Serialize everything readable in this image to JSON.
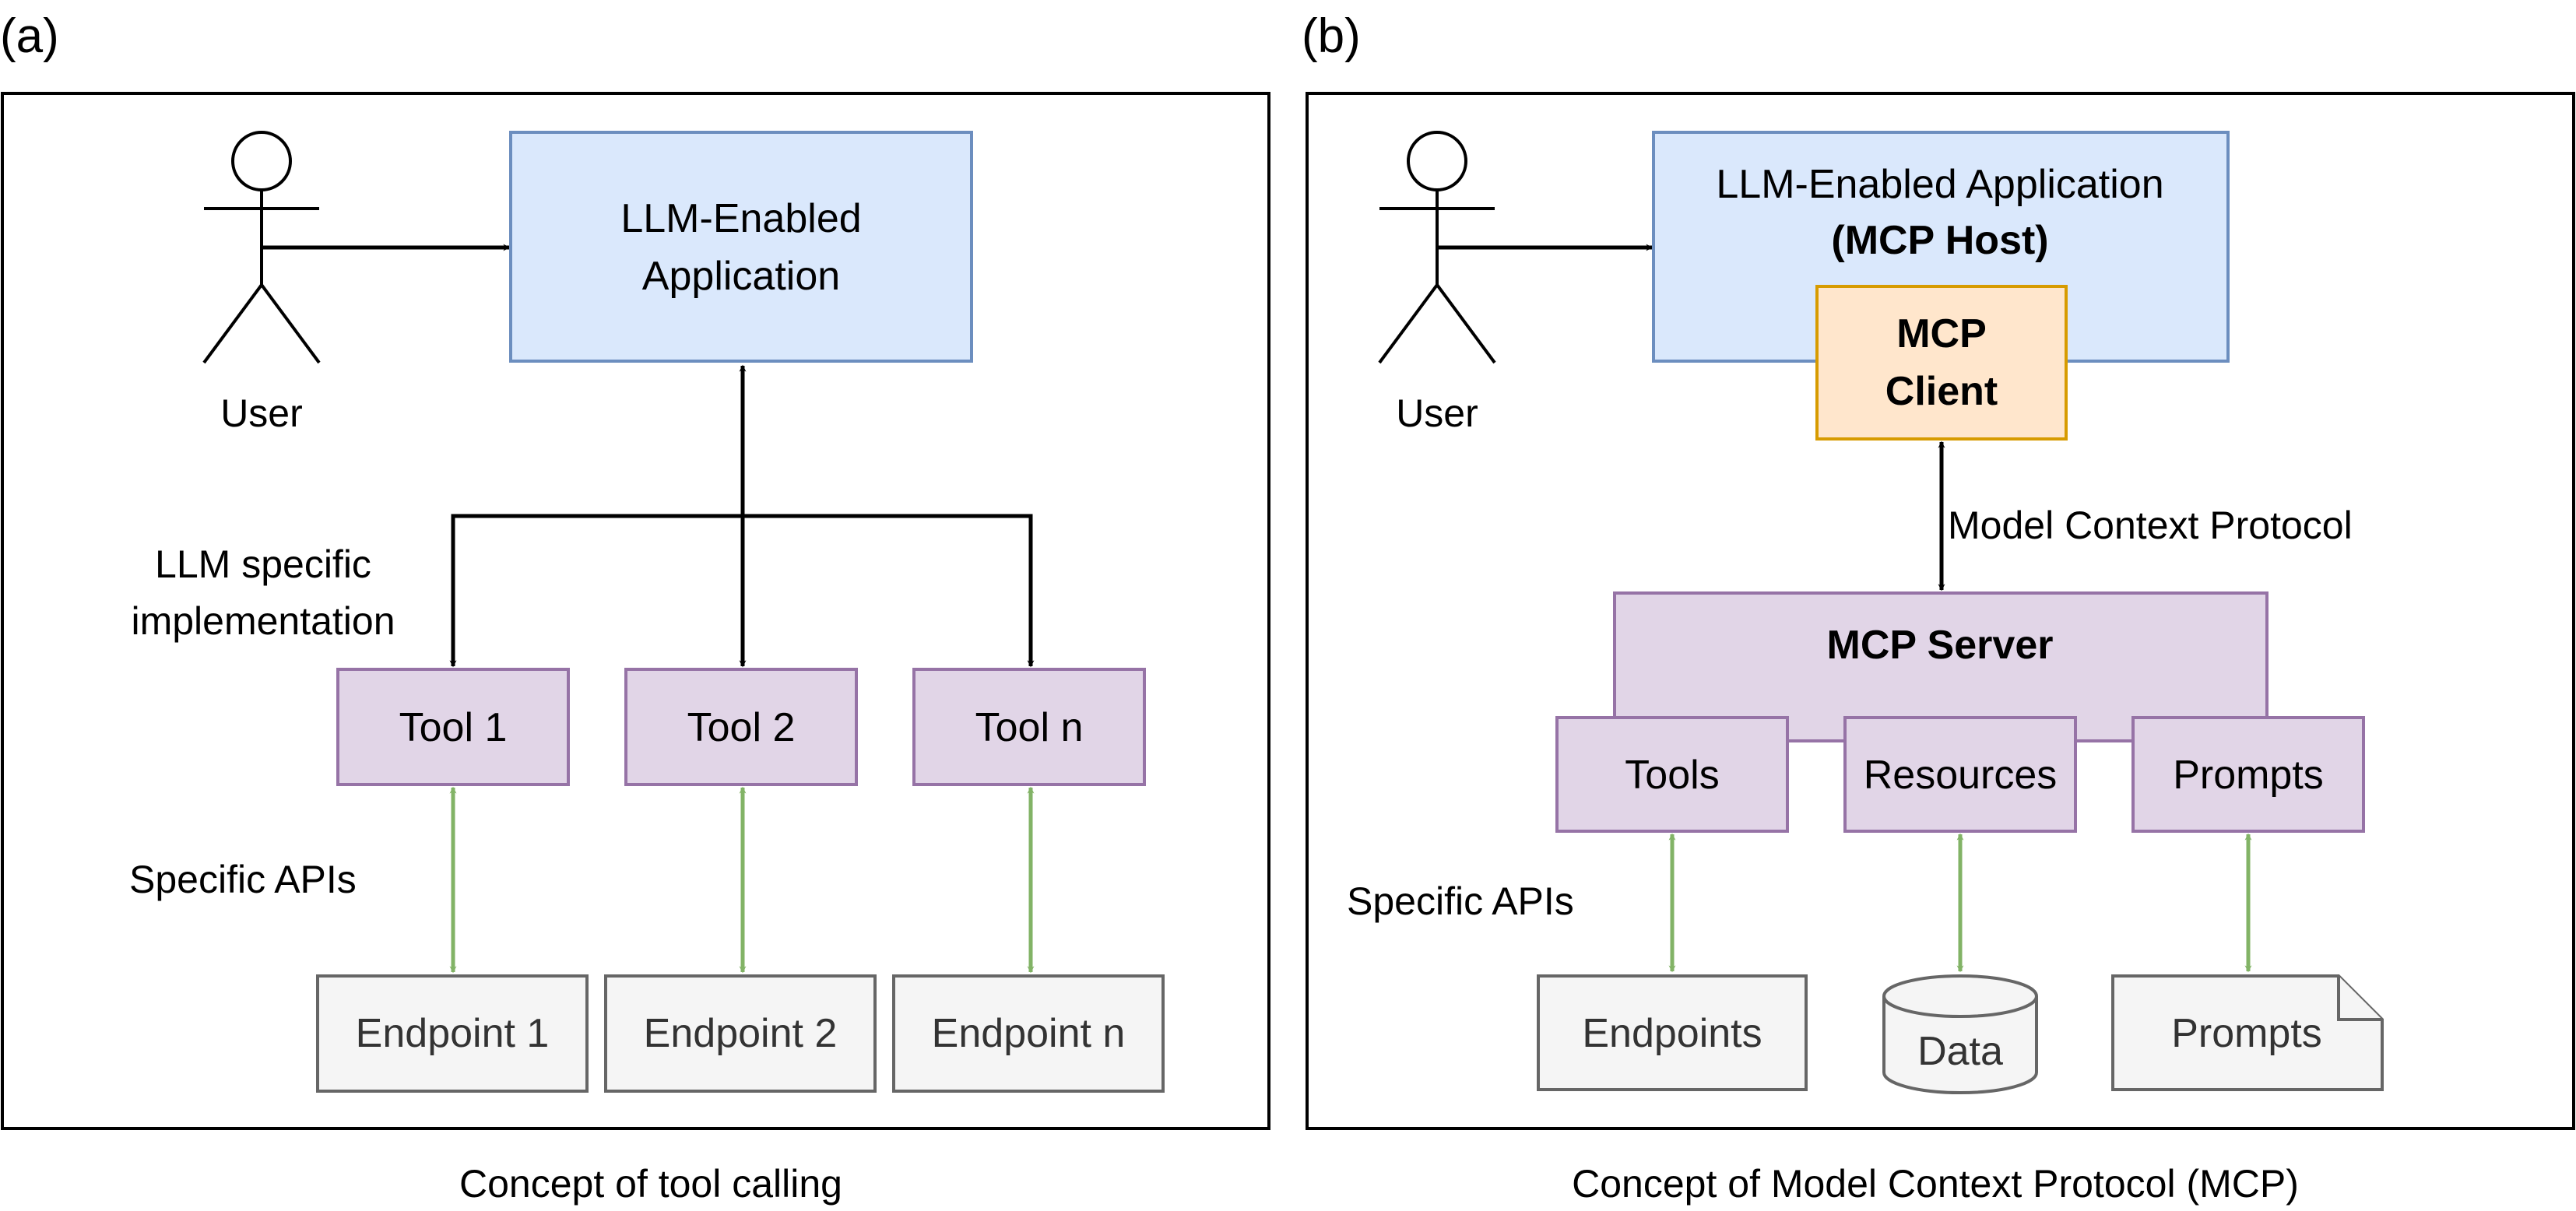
{
  "panel_a": {
    "label": "(a)",
    "caption": "Concept of tool calling",
    "user_label": "User",
    "app_line1": "LLM-Enabled",
    "app_line2": "Application",
    "impl_line1": "LLM specific",
    "impl_line2": "implementation",
    "apis_label": "Specific APIs",
    "tools": [
      "Tool 1",
      "Tool 2",
      "Tool n"
    ],
    "endpoints": [
      "Endpoint 1",
      "Endpoint 2",
      "Endpoint n"
    ]
  },
  "panel_b": {
    "label": "(b)",
    "caption": "Concept of Model Context Protocol (MCP)",
    "user_label": "User",
    "host_line1": "LLM-Enabled Application",
    "host_line2": "(MCP Host)",
    "client_line1": "MCP",
    "client_line2": "Client",
    "protocol_label": "Model Context Protocol",
    "server_label": "MCP Server",
    "apis_label": "Specific APIs",
    "capabilities": [
      "Tools",
      "Resources",
      "Prompts"
    ],
    "targets": [
      "Endpoints",
      "Data",
      "Prompts"
    ]
  },
  "colors": {
    "blue_fill": "#dae8fc",
    "blue_stroke": "#6c8ebf",
    "purple_fill": "#e1d5e7",
    "purple_stroke": "#9673a6",
    "orange_fill": "#ffe6cc",
    "orange_stroke": "#d79b00",
    "gray_fill": "#f5f5f5",
    "gray_stroke": "#666666",
    "green_arrow": "#82b366"
  }
}
